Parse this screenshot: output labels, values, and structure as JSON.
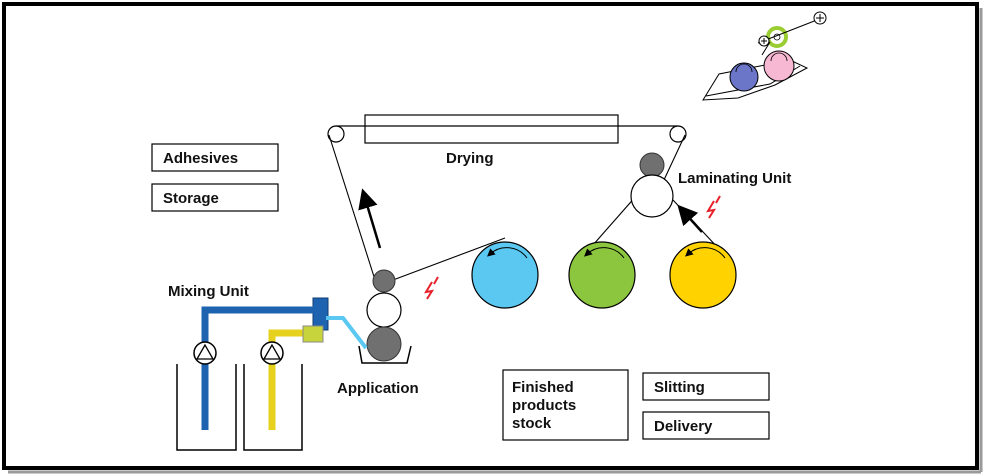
{
  "labels": {
    "drying": "Drying",
    "laminating_unit": "Laminating Unit",
    "mixing_unit": "Mixing Unit",
    "application": "Application"
  },
  "boxes": {
    "adhesives": "Adhesives",
    "storage": "Storage",
    "finished_line1": "Finished",
    "finished_line2": "products",
    "finished_line3": "stock",
    "slitting": "Slitting",
    "delivery": "Delivery"
  },
  "colors": {
    "frame": "#000000",
    "roll_blue": "#5BC8F2",
    "roll_green": "#8CC63F",
    "roll_yellow": "#FFD200",
    "roller_gray": "#707070",
    "pipe_blue": "#1E63B0",
    "pipe_yellow": "#E6D21E",
    "pipe_lime": "#C8D43C",
    "pipe_cyan": "#5BC8F2",
    "static_red": "#E8202A",
    "inset_pink": "#F6B8D2",
    "inset_blue": "#6B76C8",
    "inset_green": "#9ACD32"
  },
  "icons": {
    "static": "static-discharge-icon",
    "pump": "pump-icon",
    "plus": "plus-circle-icon"
  }
}
